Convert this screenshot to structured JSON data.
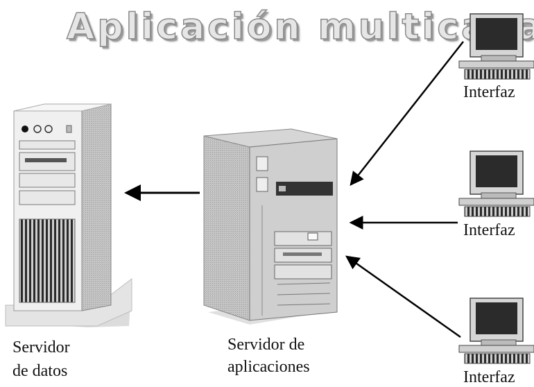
{
  "title": "Aplicación multicapa",
  "data_server": {
    "line1": "Servidor",
    "line2": "de datos"
  },
  "app_server": {
    "line1": "Servidor de",
    "line2": "aplicaciones"
  },
  "clients": [
    {
      "label": "Interfaz"
    },
    {
      "label": "Interfaz"
    },
    {
      "label": "Interfaz"
    }
  ]
}
